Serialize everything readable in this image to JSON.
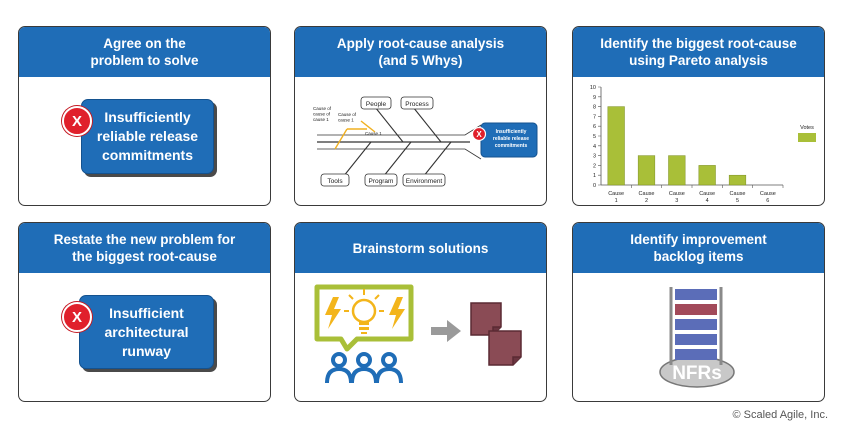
{
  "cards": {
    "c1": {
      "title_line1": "Agree on the",
      "title_line2": "problem to solve",
      "problem_lines": [
        "Insufficiently",
        "reliable release",
        "commitments"
      ]
    },
    "c2": {
      "title_line1": "Apply root-cause analysis",
      "title_line2": "(and 5 Whys)",
      "fishbone": {
        "categories_top": [
          "People",
          "Process"
        ],
        "categories_bottom": [
          "Tools",
          "Program",
          "Environment"
        ],
        "cause_a": [
          "Cause of",
          "cause of",
          "cause 1"
        ],
        "cause_b": [
          "Cause of",
          "cause 1"
        ],
        "cause_c": "Cause 1",
        "head_lines": [
          "Insufficiently",
          "reliable release",
          "commitments"
        ]
      }
    },
    "c3": {
      "title_line1": "Identify the biggest root-cause",
      "title_line2": "using Pareto analysis"
    },
    "c4": {
      "title_line1": "Restate the new problem for",
      "title_line2": "the biggest root-cause",
      "problem_lines": [
        "Insufficient",
        "architectural",
        "runway"
      ]
    },
    "c5": {
      "title_line1": "Brainstorm solutions"
    },
    "c6": {
      "title_line1": "Identify improvement",
      "title_line2": "backlog items",
      "nfr_label": "NFRs"
    }
  },
  "x_mark": "X",
  "copyright": "© Scaled Agile, Inc.",
  "colors": {
    "header_blue": "#1f6db7",
    "bar_green": "#a9bf38",
    "x_red": "#e0202b",
    "lightbulb_yellow": "#f3b51b",
    "frame_green": "#a9bf38",
    "backlog_blue": "#5b6db8",
    "backlog_red": "#a24a5a",
    "note_maroon": "#8a4b55"
  },
  "chart_data": {
    "type": "bar",
    "categories": [
      [
        "Cause",
        "1"
      ],
      [
        "Cause",
        "2"
      ],
      [
        "Cause",
        "3"
      ],
      [
        "Cause",
        "4"
      ],
      [
        "Cause",
        "5"
      ],
      [
        "Cause",
        "6"
      ]
    ],
    "series": [
      {
        "name": "Votes",
        "values": [
          8,
          3,
          3,
          2,
          1,
          0
        ]
      }
    ],
    "yticks": [
      0,
      1,
      2,
      3,
      4,
      5,
      6,
      7,
      8,
      9,
      10
    ],
    "ylim": [
      0,
      10
    ],
    "legend": "right"
  }
}
